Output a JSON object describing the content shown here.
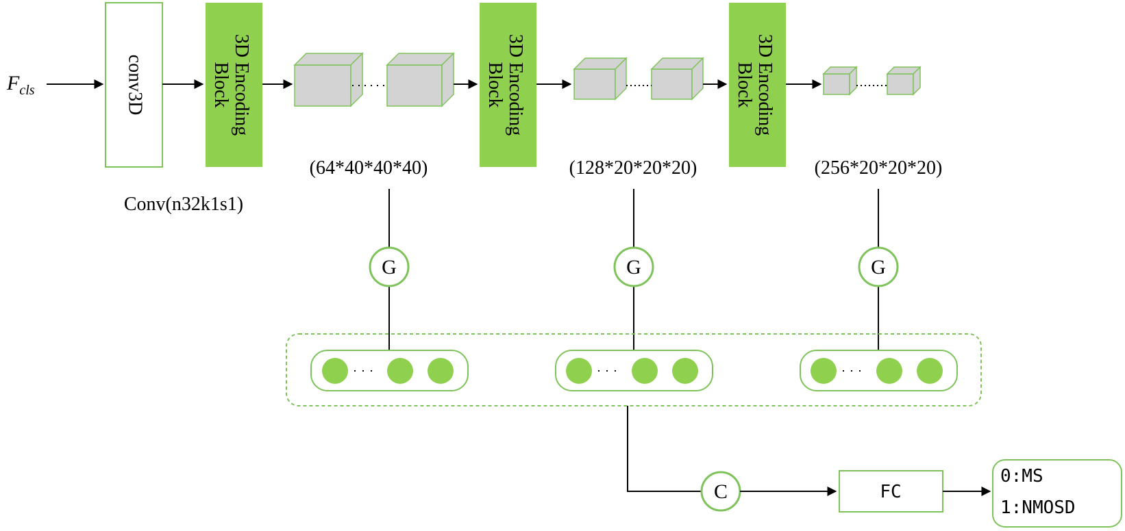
{
  "input_label": {
    "main": "F",
    "subscript": "cls"
  },
  "conv3d": {
    "label": "conv3D",
    "caption": "Conv(n32k1s1)"
  },
  "encoding_blocks": [
    {
      "line1": "3D Encoding",
      "line2": "Block"
    },
    {
      "line1": "3D Encoding",
      "line2": "Block"
    },
    {
      "line1": "3D Encoding",
      "line2": "Block"
    }
  ],
  "feature_maps": [
    {
      "dims": "(64*40*40*40)"
    },
    {
      "dims": "(128*20*20*20)"
    },
    {
      "dims": "(256*20*20*20)"
    }
  ],
  "gap_node_label": "G",
  "concat_node_label": "C",
  "fc_label": "FC",
  "output": {
    "line1": "0:MS",
    "line2": "1:NMOSD"
  },
  "colors": {
    "block_fill": "#8fd14f",
    "accent_stroke": "#7ec35a",
    "cube_fill": "#d3d3d3",
    "line": "#000000"
  }
}
